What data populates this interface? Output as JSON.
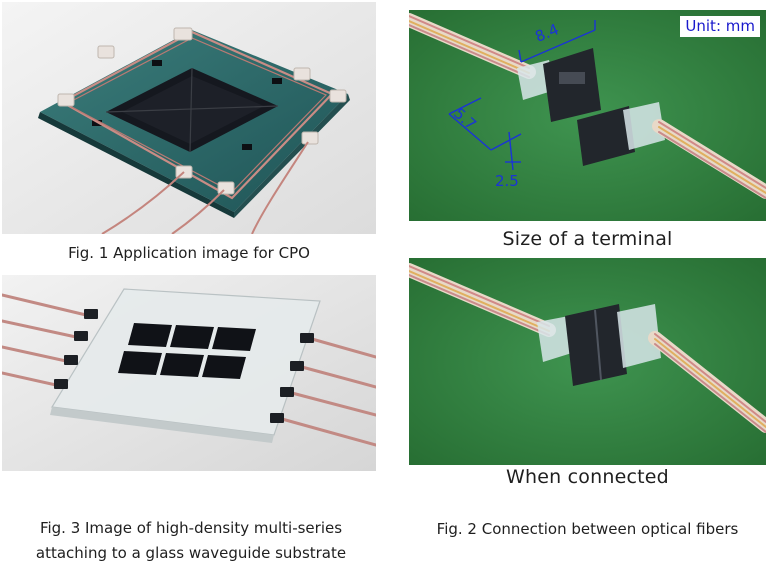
{
  "figures": {
    "fig1": {
      "caption": "Fig. 1 Application image for CPO"
    },
    "fig2_top": {
      "unit_label": "Unit: mm",
      "dim_length": "8.4",
      "dim_width": "5.7",
      "dim_height": "2.5",
      "caption": "Size of a terminal"
    },
    "fig2_bottom": {
      "caption": "When connected"
    },
    "fig2": {
      "caption": "Fig. 2 Connection between optical fibers"
    },
    "fig3": {
      "caption_line1": "Fig. 3 Image of high-density multi-series",
      "caption_line2": "attaching to a glass waveguide substrate"
    }
  },
  "colors": {
    "green_mat": "#2f7a3c",
    "substrate_teal": "#2c6a6a",
    "chip_black": "#151820",
    "dimension_blue": "#1a34d6",
    "fiber_pink": "#d9a3a0"
  }
}
